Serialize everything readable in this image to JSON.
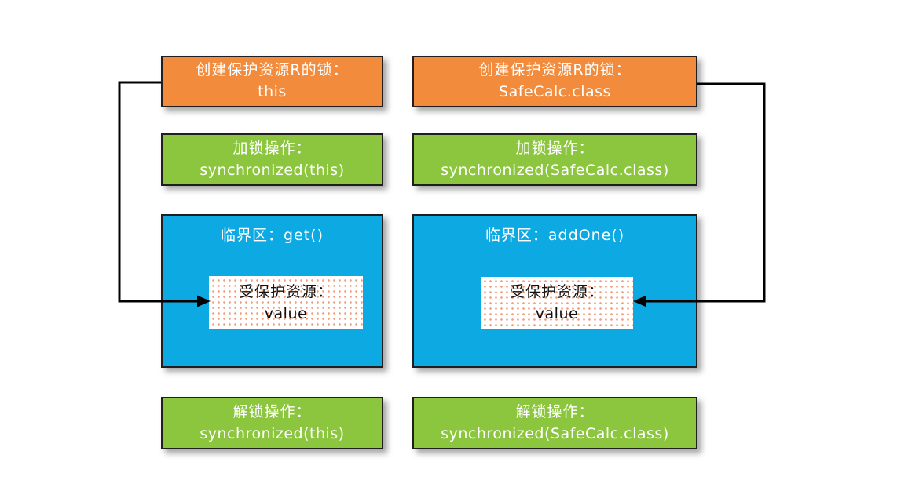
{
  "colors": {
    "create_lock_box": "#F28B3B",
    "lock_box": "#8CC63F",
    "critical_box": "#0CA9E2",
    "resource_box_bg": "#FFFFFF",
    "resource_dot": "#F29B78",
    "box_border": "#221E1F",
    "arrow": "#000000",
    "text_on_box": "#FFFFFF",
    "text_on_resource": "#111111"
  },
  "left": {
    "create_lock": {
      "line1": "创建保护资源R的锁：",
      "line2": "this"
    },
    "lock": {
      "line1": "加锁操作：",
      "line2": "synchronized(this)"
    },
    "critical_header": "临界区：get()",
    "resource": {
      "line1": "受保护资源：",
      "line2": "value"
    },
    "unlock": {
      "line1": "解锁操作：",
      "line2": "synchronized(this)"
    }
  },
  "right": {
    "create_lock": {
      "line1": "创建保护资源R的锁：",
      "line2": "SafeCalc.class"
    },
    "lock": {
      "line1": "加锁操作：",
      "line2": "synchronized(SafeCalc.class)"
    },
    "critical_header": "临界区：addOne()",
    "resource": {
      "line1": "受保护资源：",
      "line2": "value"
    },
    "unlock": {
      "line1": "解锁操作：",
      "line2": "synchronized(SafeCalc.class)"
    }
  }
}
